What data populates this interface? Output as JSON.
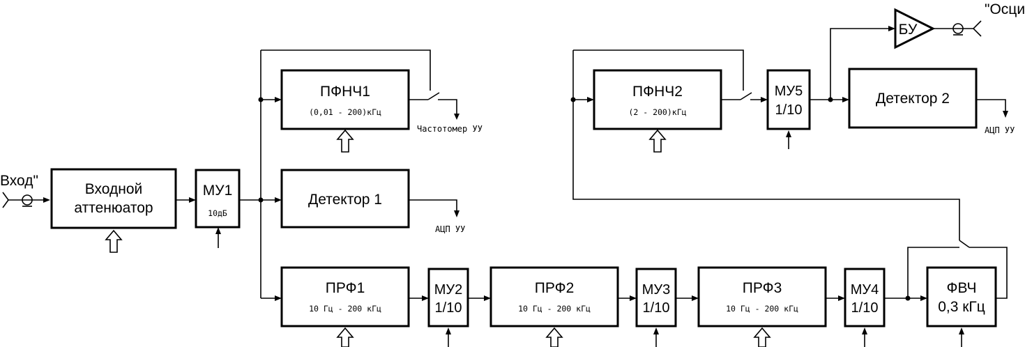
{
  "input": {
    "label": "Вход\""
  },
  "output": {
    "label": "\"Осцилл\""
  },
  "blocks": {
    "attenuator": {
      "line1": "Входной",
      "line2": "аттенюатор"
    },
    "mu1": {
      "name": "МУ1",
      "sub": "10дБ"
    },
    "lpf1": {
      "name": "ПФНЧ1",
      "range": "(0,01 - 200)кГц"
    },
    "detector1": {
      "name": "Детектор 1"
    },
    "bpf1": {
      "name": "ПРФ1",
      "range": "10 Гц - 200 кГц"
    },
    "mu2": {
      "name": "МУ2",
      "ratio": "1/10"
    },
    "bpf2": {
      "name": "ПРФ2",
      "range": "10 Гц - 200 кГц"
    },
    "mu3": {
      "name": "МУ3",
      "ratio": "1/10"
    },
    "bpf3": {
      "name": "ПРФ3",
      "range": "10 Гц - 200 кГц"
    },
    "mu4": {
      "name": "МУ4",
      "ratio": "1/10"
    },
    "hpf": {
      "name": "ФВЧ",
      "freq": "0,3 кГц"
    },
    "lpf2": {
      "name": "ПФНЧ2",
      "range": "(2 - 200)кГц"
    },
    "mu5": {
      "name": "МУ5",
      "ratio": "1/10"
    },
    "detector2": {
      "name": "Детектор 2"
    },
    "buffer": {
      "name": "БУ"
    }
  },
  "outputs": {
    "freq_meter": "Частотомер УУ",
    "adc1": "АЦП УУ",
    "adc2": "АЦП УУ"
  }
}
